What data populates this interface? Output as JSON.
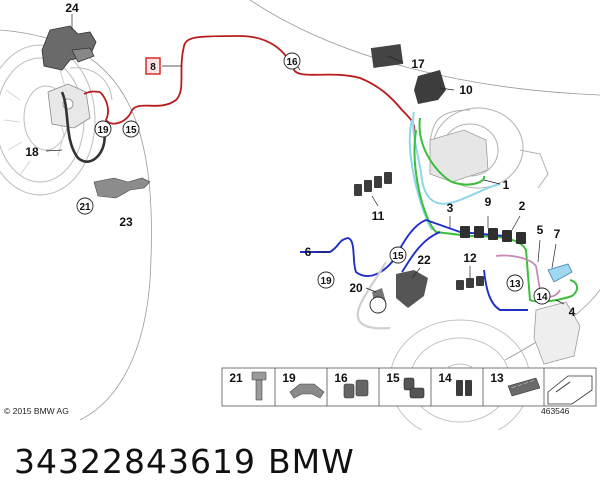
{
  "callouts": {
    "c1": "1",
    "c2": "2",
    "c3": "3",
    "c4": "4",
    "c5": "5",
    "c6": "6",
    "c7": "7",
    "c8": "8",
    "c9": "9",
    "c10": "10",
    "c11": "11",
    "c12": "12",
    "c13": "13",
    "c14": "14",
    "c15a": "15",
    "c15b": "15",
    "c16": "16",
    "c17": "17",
    "c18": "18",
    "c19a": "19",
    "c19b": "19",
    "c20": "20",
    "c21": "21",
    "c22": "22",
    "c23": "23",
    "c24": "24"
  },
  "legend_strip": {
    "items": [
      "21",
      "19",
      "16",
      "15",
      "14",
      "13"
    ]
  },
  "footer": {
    "copyright": "© 2015 BMW AG",
    "image_no": "463546"
  },
  "caption": {
    "part_number": "34322843619",
    "brand": "BMW"
  },
  "colors": {
    "red_line": "#b81c1c",
    "blue_line": "#1f2fc8",
    "cyan_line": "#8fd6ec",
    "green_line": "#3bbf3b",
    "pink_line": "#c98ab6",
    "highlight": "#d42020"
  }
}
